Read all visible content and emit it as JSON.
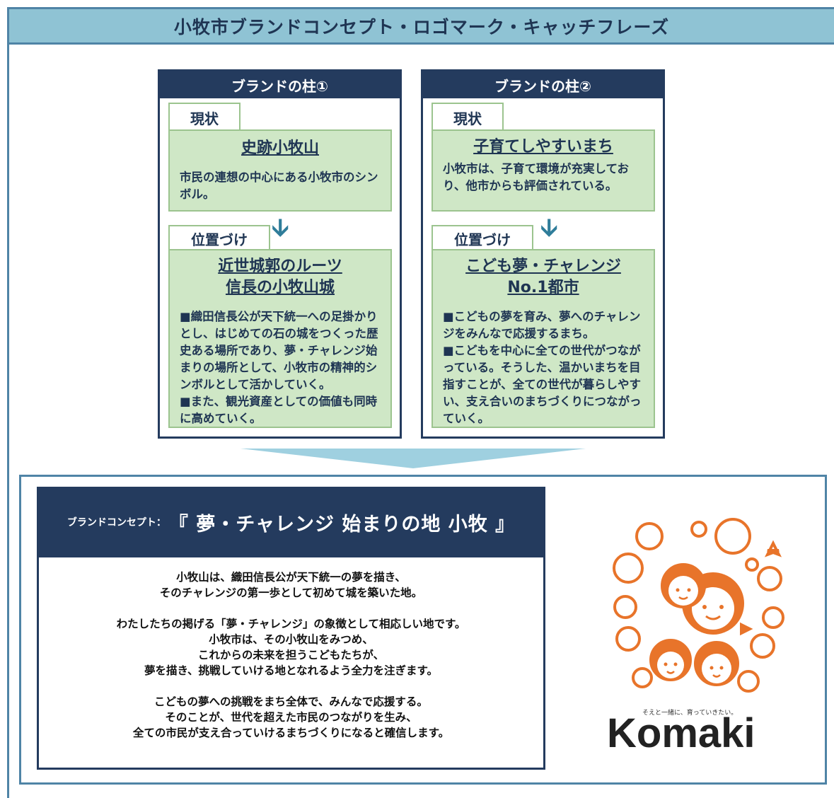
{
  "header": {
    "title": "小牧市ブランドコンセプト・ロゴマーク・キャッチフレーズ"
  },
  "pillar1": {
    "title": "ブランドの柱①",
    "current_tag": "現状",
    "current_head": "史跡小牧山",
    "current_body": "市民の連想の中心にある小牧市のシンボル。",
    "position_tag": "位置づけ",
    "position_head_line1": "近世城郭のルーツ",
    "position_head_line2": "信長の小牧山城",
    "bullets": [
      "■織田信長公が天下統一への足掛かりとし、はじめての石の城をつくった歴史ある場所であり、夢・チャレンジ始まりの場所として、小牧市の精神的シンボルとして活かしていく。",
      "■また、観光資産としての価値も同時に高めていく。"
    ]
  },
  "pillar2": {
    "title": "ブランドの柱②",
    "current_tag": "現状",
    "current_head": "子育てしやすいまち",
    "current_body": "小牧市は、子育て環境が充実しており、他市からも評価されている。",
    "position_tag": "位置づけ",
    "position_head_line1": "こども夢・チャレンジ",
    "position_head_line2": "No.1都市",
    "bullets": [
      "■こどもの夢を育み、夢へのチャレンジをみんなで応援するまち。",
      "■こどもを中心に全ての世代がつながっている。そうした、温かいまちを目指すことが、全ての世代が暮らしやすい、支え合いのまちづくりにつながっていく。"
    ]
  },
  "concept": {
    "label": "ブランドコンセプト：",
    "title": "『 夢・チャレンジ 始まりの地 小牧 』",
    "para1_line1": "小牧山は、織田信長公が天下統一の夢を描き、",
    "para1_line2": "そのチャレンジの第一歩として初めて城を築いた地。",
    "para2_line1": "わたしたちの掲げる「夢・チャレンジ」の象徴として相応しい地です。",
    "para2_line2": "小牧市は、その小牧山をみつめ、",
    "para2_line3": "これからの未来を担うこどもたちが、",
    "para2_line4": "夢を描き、挑戦していける地となれるよう全力を注ぎます。",
    "para3_line1": "こどもの夢への挑戦をまち全体で、みんなで応援する。",
    "para3_line2": "そのことが、世代を超えた市民のつながりを生み、",
    "para3_line3": "全ての市民が支え合っていけるまちづくりになると確信します。"
  },
  "logo": {
    "tagline": "そえと一緒に、育っていきたい。",
    "wordmark": "Komaki"
  },
  "colors": {
    "navy": "#243b5e",
    "sky": "#8fc3d4",
    "green": "#cfe7c6",
    "orange": "#e8742a"
  }
}
